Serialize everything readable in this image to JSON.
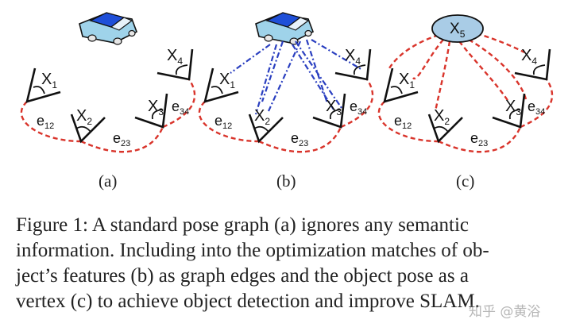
{
  "panels": [
    {
      "label": "(a)",
      "pose_labels": {
        "x1": "X",
        "x1_sub": "1",
        "x2": "X",
        "x2_sub": "2",
        "x3": "X",
        "x3_sub": "3",
        "x4": "X",
        "x4_sub": "4"
      },
      "edge_labels": {
        "e12": "e",
        "e12_sub": "12",
        "e23": "e",
        "e23_sub": "23",
        "e34": "e",
        "e34_sub": "34"
      }
    },
    {
      "label": "(b)",
      "pose_labels": {
        "x1": "X",
        "x1_sub": "1",
        "x2": "X",
        "x2_sub": "2",
        "x3": "X",
        "x3_sub": "3",
        "x4": "X",
        "x4_sub": "4"
      },
      "edge_labels": {
        "e12": "e",
        "e12_sub": "12",
        "e23": "e",
        "e23_sub": "23",
        "e34": "e",
        "e34_sub": "34"
      }
    },
    {
      "label": "(c)",
      "object_vertex": "X",
      "object_vertex_sub": "5",
      "pose_labels": {
        "x1": "X",
        "x1_sub": "1",
        "x2": "X",
        "x2_sub": "2",
        "x3": "X",
        "x3_sub": "3",
        "x4": "X",
        "x4_sub": "4"
      },
      "edge_labels": {
        "e12": "e",
        "e12_sub": "12",
        "e23": "e",
        "e23_sub": "23",
        "e34": "e",
        "e34_sub": "34"
      }
    }
  ],
  "caption": {
    "line1": "Figure 1: A standard pose graph (a) ignores any semantic",
    "line2": "information. Including into the optimization matches of ob-",
    "line3": "ject’s features (b) as graph edges and the object pose as a",
    "line4": "vertex (c) to achieve object detection and improve SLAM."
  },
  "watermark": "知乎 @黄浴",
  "colors": {
    "odometry_edge": "#d9342b",
    "feature_edge": "#2a3fc0",
    "object_vertex_fill": "#a9cce6",
    "car_body": "#9fd3ea",
    "car_roof": "#1f4fd8"
  }
}
